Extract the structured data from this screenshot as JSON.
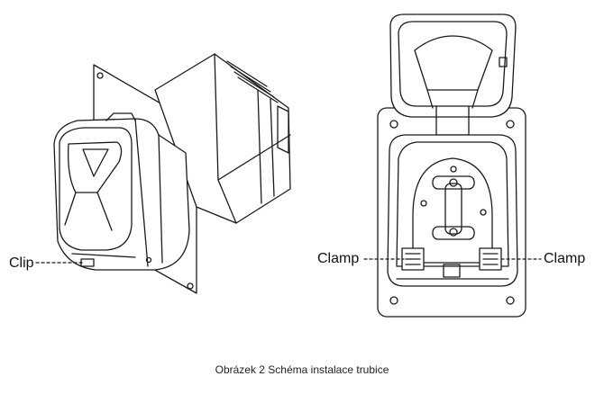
{
  "labels": {
    "clip": "Clip",
    "clamp_left": "Clamp",
    "clamp_right": "Clamp"
  },
  "caption": "Obrázek 2 Schéma instalace trubice",
  "colors": {
    "line": "#1a1a1a",
    "background": "#ffffff"
  }
}
